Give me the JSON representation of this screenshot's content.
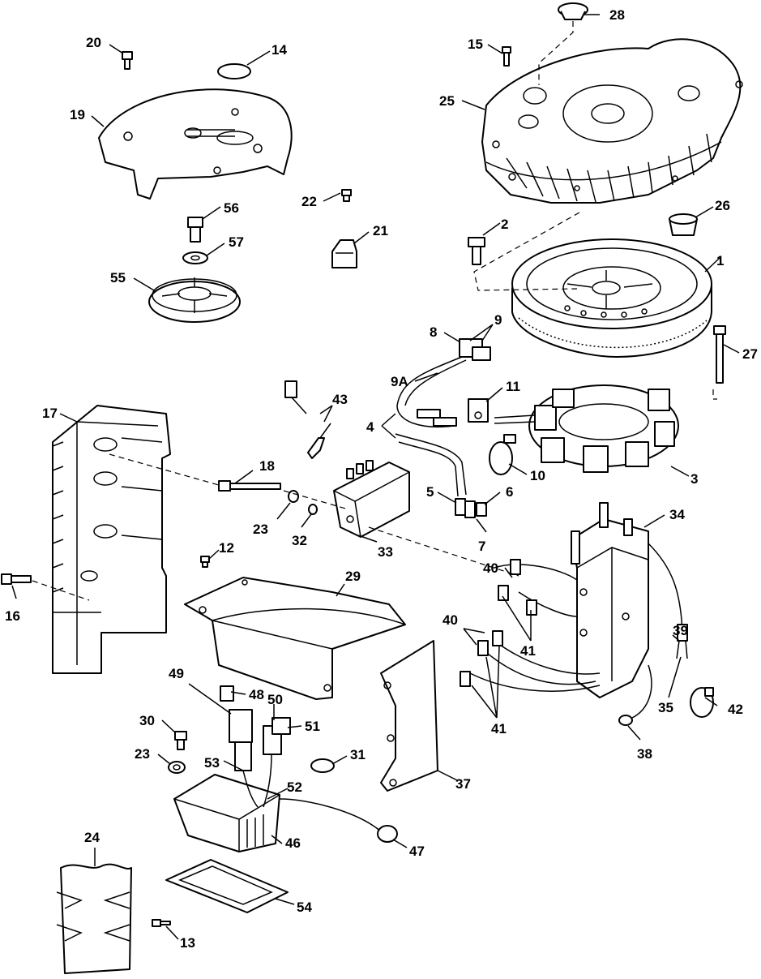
{
  "callouts": {
    "c1": "1",
    "c2": "2",
    "c3": "3",
    "c4": "4",
    "c5": "5",
    "c6": "6",
    "c7": "7",
    "c8": "8",
    "c9": "9",
    "c9a": "9A",
    "c10": "10",
    "c11": "11",
    "c12": "12",
    "c13": "13",
    "c14": "14",
    "c15": "15",
    "c16": "16",
    "c17": "17",
    "c18": "18",
    "c19": "19",
    "c20": "20",
    "c21": "21",
    "c22": "22",
    "c23a": "23",
    "c23b": "23",
    "c24": "24",
    "c25": "25",
    "c26": "26",
    "c27": "27",
    "c28": "28",
    "c29": "29",
    "c30": "30",
    "c31": "31",
    "c32": "32",
    "c33": "33",
    "c34": "34",
    "c35": "35",
    "c37": "37",
    "c38": "38",
    "c39": "39",
    "c40a": "40",
    "c40b": "40",
    "c41a": "41",
    "c41b": "41",
    "c42": "42",
    "c43": "43",
    "c46": "46",
    "c47": "47",
    "c48": "48",
    "c49": "49",
    "c50": "50",
    "c51": "51",
    "c52": "52",
    "c53": "53",
    "c54": "54",
    "c55": "55",
    "c56": "56",
    "c57": "57"
  }
}
